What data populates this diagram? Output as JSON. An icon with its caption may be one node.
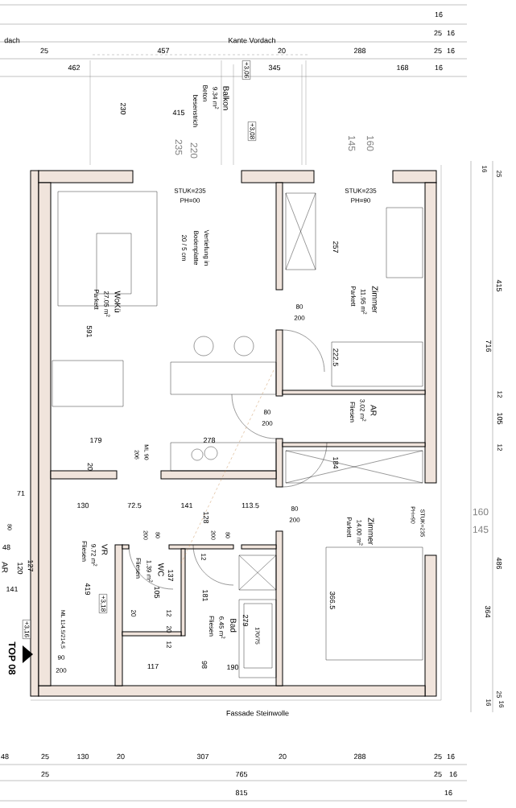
{
  "diagram": {
    "nodes": [
      {
        "text": [
          "+3,06"
        ]
      },
      {
        "text": [
          "+3,08"
        ]
      },
      {
        "text": [
          "+3,18"
        ]
      },
      {
        "text": [
          "+3,16"
        ]
      }
    ],
    "labels": [
      "16",
      "dach",
      "Kante Vordach",
      "25",
      "16",
      "25",
      "457",
      "20",
      "288",
      "25",
      "16",
      "462",
      "345",
      "168",
      "16",
      "Balkon",
      "9.34 m$^{2}$",
      "Beton",
      "besenstrich",
      "230",
      "415",
      "220",
      "235",
      "160",
      "145",
      "16",
      "25",
      "STUK=235",
      "PH=00",
      "Vertiefung in",
      "Bodenplatte",
      "20 / 5 cm",
      "WoKü",
      "27.05 m$^{2}$",
      "Parkett",
      "591",
      "STUK=235",
      "PH=90",
      "257",
      "Zimmer",
      "11.95 m$^{2}$",
      "Parkett",
      "80",
      "200",
      "222.5",
      "415",
      "716",
      "12",
      "105",
      "12",
      "AR",
      "3.02 m$^{2}$",
      "Fliesen",
      "80",
      "200",
      "179",
      "278",
      "ML 90",
      "206",
      "20",
      "184",
      "71",
      "130",
      "72.5",
      "141",
      "128",
      "113.5",
      "80",
      "200",
      "Zimmer",
      "14.00 m$^{2}$",
      "Parkett",
      "STUK=235",
      "PH=90",
      "160",
      "145",
      "200",
      "80",
      "200",
      "80",
      "80",
      "48",
      "AR",
      "120",
      "127",
      "141",
      "TOP 08",
      "VR",
      "9.72 m$^{2}$",
      "Fliesen",
      "419",
      "WC",
      "1.39 m$^{2}$",
      "Fliesen",
      "137",
      "105",
      "12",
      "181",
      "12",
      "20",
      "20",
      "12",
      "Bad",
      "6.45 m$^{2}$",
      "Fliesen",
      "279",
      "170/75",
      "366.5",
      "486",
      "364",
      "ML 114,5/214,5",
      "90",
      "200",
      "117",
      "98",
      "190",
      "25",
      "16",
      "16",
      "Fassade Steinwolle",
      "48",
      "25",
      "130",
      "20",
      "307",
      "20",
      "288",
      "25",
      "16",
      "25",
      "765",
      "25",
      "16",
      "815",
      "16"
    ]
  }
}
